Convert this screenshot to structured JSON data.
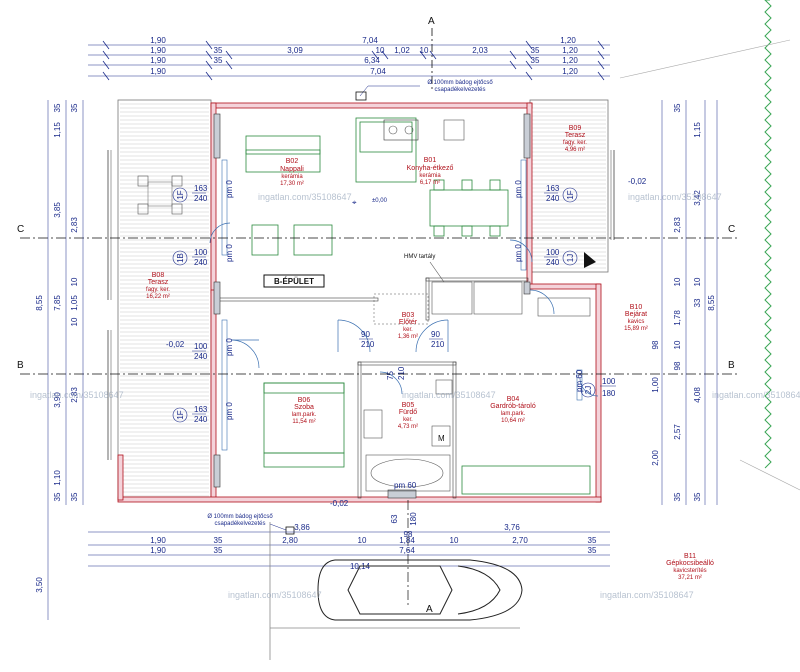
{
  "sections": {
    "a_top": "A",
    "a_bottom": "A",
    "b_left": "B",
    "b_right": "B",
    "c_left": "C",
    "c_right": "C"
  },
  "building_label": "B-ÉPÜLET",
  "hmv": "HMV tartály",
  "level": "±0,00",
  "gutter_top": "Ø 100mm bádog ejtőcső\ncsapadékelvezetés",
  "gutter_bottom": "Ø 100mm bádog ejtőcső\ncsapadékelvezetés",
  "watermark": "ingatlan.com/35108647",
  "rooms": [
    {
      "id": "B02",
      "name": "Nappali",
      "mat": "kerámia",
      "area": "17,30 m²"
    },
    {
      "id": "B01",
      "name": "Konyha-étkező",
      "mat": "kerámia",
      "area": "6,17 m²"
    },
    {
      "id": "B09",
      "name": "Terasz",
      "mat": "fagy. ker.",
      "area": "4,96 m²"
    },
    {
      "id": "B08",
      "name": "Terasz",
      "mat": "fagy. ker.",
      "area": "16,22 m²"
    },
    {
      "id": "B03",
      "name": "Előtér",
      "mat": "ker.",
      "area": "1,36 m²"
    },
    {
      "id": "B10",
      "name": "Bejárat",
      "mat": "kavics",
      "area": "15,89 m²"
    },
    {
      "id": "B06",
      "name": "Szoba",
      "mat": "lam.park.",
      "area": "11,54 m²"
    },
    {
      "id": "B05",
      "name": "Fürdő",
      "mat": "ker.",
      "area": "4,73 m²"
    },
    {
      "id": "B04",
      "name": "Gardrób-tároló",
      "mat": "lam.park.",
      "area": "10,64 m²"
    },
    {
      "id": "B11",
      "name": "Gépkocsibeálló",
      "mat": "kavicsterítés",
      "area": "37,21 m²"
    }
  ],
  "openings": {
    "w1": [
      "163",
      "240"
    ],
    "w2": [
      "100",
      "240"
    ],
    "w3": [
      "100",
      "240"
    ],
    "w4": [
      "163",
      "240"
    ],
    "w5": [
      "163",
      "240"
    ],
    "w6": [
      "100",
      "240"
    ],
    "d1": [
      "90",
      "210"
    ],
    "d2": [
      "90",
      "210"
    ],
    "d3": [
      "100",
      "180"
    ],
    "d4": [
      "75",
      "210"
    ]
  },
  "opening_tags": {
    "t1": "1F",
    "t2": "1B",
    "t3": "1F",
    "t4": "1F",
    "t5": "1J",
    "t6": "2J",
    "w_left1": "pm 0",
    "w_left2": "pm 0",
    "w_left3": "pm 0",
    "w_left4": "pm 0",
    "w_right1": "pm 0",
    "w_right2": "pm 0",
    "bath_vent": "pm 60",
    "bottom_vent": "pm 60"
  },
  "levels": {
    "l1": "-0,02",
    "l2": "-0,02",
    "l3": "-0,02"
  },
  "dims_top": {
    "r1": [
      "1,90",
      "7,04",
      "1,20"
    ],
    "r2": [
      "1,90",
      "35",
      "3,09",
      "10",
      "1,02",
      "10",
      "2,03",
      "35",
      "1,20"
    ],
    "r3": [
      "1,90",
      "35",
      "6,34",
      "35",
      "1,20"
    ],
    "r4": [
      "1,90",
      "7,04",
      "1,20"
    ]
  },
  "dims_bottom": {
    "r1": [
      "3,86",
      "3,76"
    ],
    "r2": [
      "1,90",
      "35",
      "2,80",
      "10",
      "1,84",
      "10",
      "2,70",
      "35"
    ],
    "r3": [
      "1,90",
      "35",
      "7,64",
      "35"
    ],
    "r4": [
      "10,14"
    ],
    "mid": [
      "63",
      "98",
      "180"
    ]
  },
  "dims_left": {
    "outer": [
      "8,55",
      "3,50"
    ],
    "mid": [
      "35",
      "1,15",
      "3,85",
      "7,85",
      "3,90",
      "1,10",
      "35"
    ],
    "inner": [
      "35",
      "2,83",
      "10",
      "1,05",
      "10",
      "2,83",
      "35"
    ]
  },
  "dims_right": {
    "outer": [
      "8,55"
    ],
    "mid": [
      "1,15",
      "3,42",
      "10",
      "33",
      "4,08",
      "35"
    ],
    "inner": [
      "35",
      "2,83",
      "10",
      "1,78",
      "10",
      "98",
      "2,57",
      "35"
    ],
    "extra": [
      "1,00",
      "98",
      "2,00"
    ]
  }
}
